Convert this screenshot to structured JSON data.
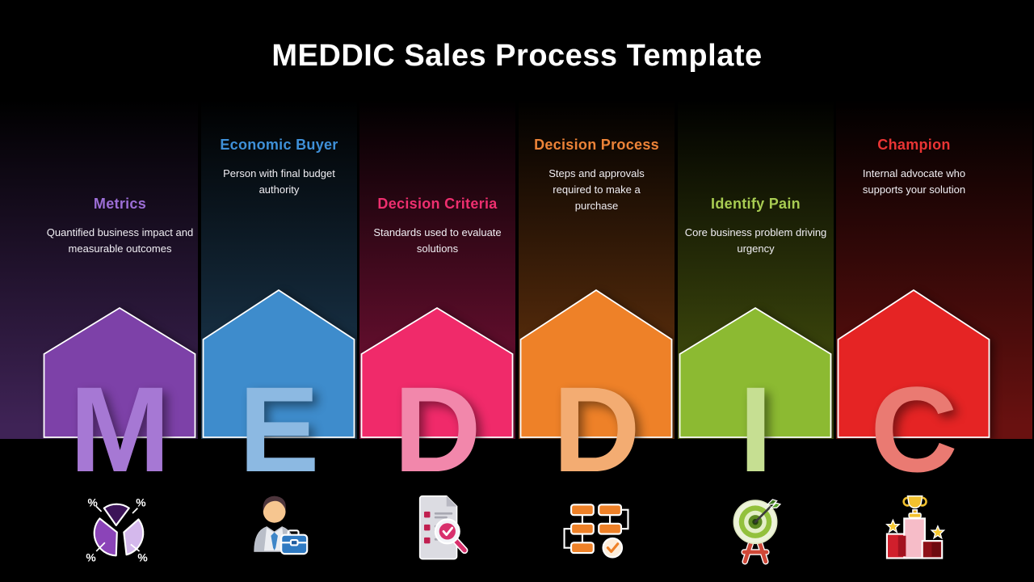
{
  "title": "MEDDIC Sales Process Template",
  "columns": [
    {
      "letter": "M",
      "title": "Metrics",
      "description": "Quantified business impact and measurable outcomes",
      "icon": "pie-chart-percentages",
      "accent_color": "#9c6ed6",
      "pentagon_color": "#7d41a8",
      "letter_color": "#a678d4",
      "band_color": "#3f2356"
    },
    {
      "letter": "E",
      "title": "Economic Buyer",
      "description": "Person with final budget authority",
      "icon": "businessman-with-briefcase",
      "accent_color": "#3f90d8",
      "pentagon_color": "#3e8ccc",
      "letter_color": "#8cb9e2",
      "band_color": "#1e3e58"
    },
    {
      "letter": "D",
      "title": "Decision Criteria",
      "description": "Standards used to evaluate solutions",
      "icon": "document-checklist-magnifier",
      "accent_color": "#ee2f6f",
      "pentagon_color": "#f02a6a",
      "letter_color": "#f287ab",
      "band_color": "#7d1239"
    },
    {
      "letter": "D",
      "title": "Decision Process",
      "description": "Steps and approvals required to make a purchase",
      "icon": "flowchart-process-check",
      "accent_color": "#ec8338",
      "pentagon_color": "#ee8128",
      "letter_color": "#f3ac72",
      "band_color": "#6f380f"
    },
    {
      "letter": "I",
      "title": "Identify Pain",
      "description": "Core business problem driving urgency",
      "icon": "dartboard-target",
      "accent_color": "#a8cc52",
      "pentagon_color": "#8cba32",
      "letter_color": "#c6df92",
      "band_color": "#4a570f"
    },
    {
      "letter": "C",
      "title": "Champion",
      "description": "Internal advocate who supports your solution",
      "icon": "winner-podium-trophy",
      "accent_color": "#e93434",
      "pentagon_color": "#e52424",
      "letter_color": "#ea7a72",
      "band_color": "#691110"
    }
  ]
}
